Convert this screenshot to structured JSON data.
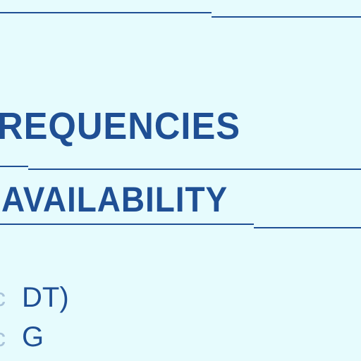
{
  "sections": {
    "frequencies_heading": "REQUENCIES",
    "availability_heading": "AVAILABILITY"
  },
  "items": [
    {
      "marker": "c",
      "text": "DT)"
    },
    {
      "marker": "c",
      "text": "G"
    }
  ],
  "colors": {
    "background": "#e6fbfd",
    "ink": "#1f4f94",
    "faded": "#a9c3d9"
  }
}
